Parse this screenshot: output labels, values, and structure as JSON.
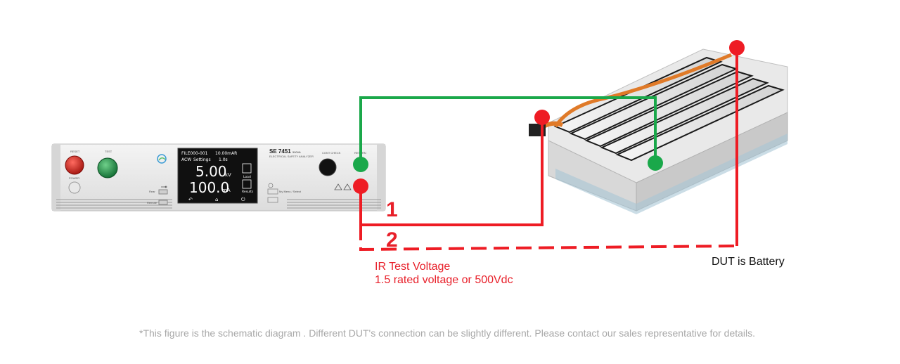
{
  "instrument": {
    "model": "SE 7451",
    "model_sub": "ELECTRICAL SAFETY ANALYZER",
    "rating": "500VA",
    "reset_label": "RESET",
    "test_label": "TEST",
    "power_label": "POWER",
    "cont_check_label": "CONT CHECK",
    "return_label": "RETURN",
    "usb_labels": [
      "Rear",
      "Remote"
    ],
    "side_key_labels": [
      "My Menu / Select",
      ""
    ],
    "screen": {
      "file": "FILE000-001",
      "range": "10.00mAR",
      "mode": "ACW",
      "mode_suffix": "Settings",
      "time": "1.0s",
      "voltage": "5.00",
      "voltage_unit": "kV",
      "current": "100.0",
      "current_unit": "mA",
      "load_label": "Load",
      "results_label": "Results"
    }
  },
  "labels": {
    "wire1": "1",
    "wire2": "2",
    "ir_line1": "IR Test Voltage",
    "ir_line2": "1.5 rated voltage or 500Vdc",
    "dut": "DUT is Battery"
  },
  "footnote": "*This figure is the schematic diagram . Different DUT's connection can be slightly different. Please contact our sales representative for details.",
  "colors": {
    "green_wire": "#1aa84a",
    "red_wire": "#ee1c24",
    "red_text": "#e8202a",
    "dut_text": "#111111"
  }
}
